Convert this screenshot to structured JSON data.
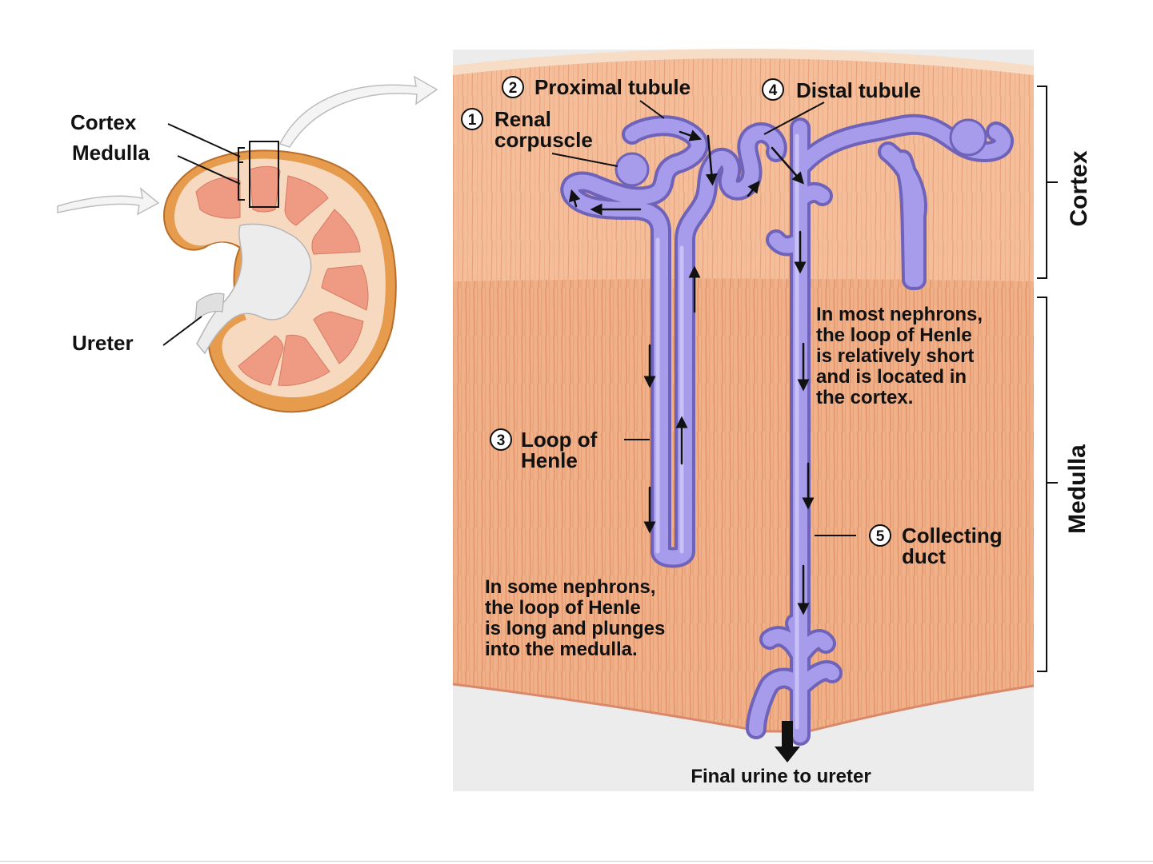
{
  "colors": {
    "tissue": "#f1b993",
    "tissue_dark": "#e0936c",
    "tubule": "#9c8fe0",
    "tubule_dark": "#6c5fb8",
    "kidney_rim": "#e8a050",
    "pyramid": "#f0957d"
  },
  "kidney": {
    "cortex_label": "Cortex",
    "medulla_label": "Medulla",
    "ureter_label": "Ureter"
  },
  "nephron": {
    "renal_corpuscle": {
      "number": "1",
      "line1": "Renal",
      "line2": "corpuscle"
    },
    "proximal_tubule": {
      "number": "2",
      "text": "Proximal tubule"
    },
    "loop_of_henle": {
      "number": "3",
      "line1": "Loop of",
      "line2": "Henle"
    },
    "distal_tubule": {
      "number": "4",
      "text": "Distal tubule"
    },
    "collecting_duct": {
      "number": "5",
      "line1": "Collecting",
      "line2": "duct"
    }
  },
  "notes": {
    "short_loop": [
      "In most nephrons,",
      "the loop of Henle",
      "is relatively short",
      "and is located in",
      "the cortex."
    ],
    "long_loop": [
      "In some nephrons,",
      "the loop of Henle",
      "is long and plunges",
      "into the medulla."
    ]
  },
  "regions": {
    "cortex": "Cortex",
    "medulla": "Medulla"
  },
  "output_label": "Final urine to ureter"
}
